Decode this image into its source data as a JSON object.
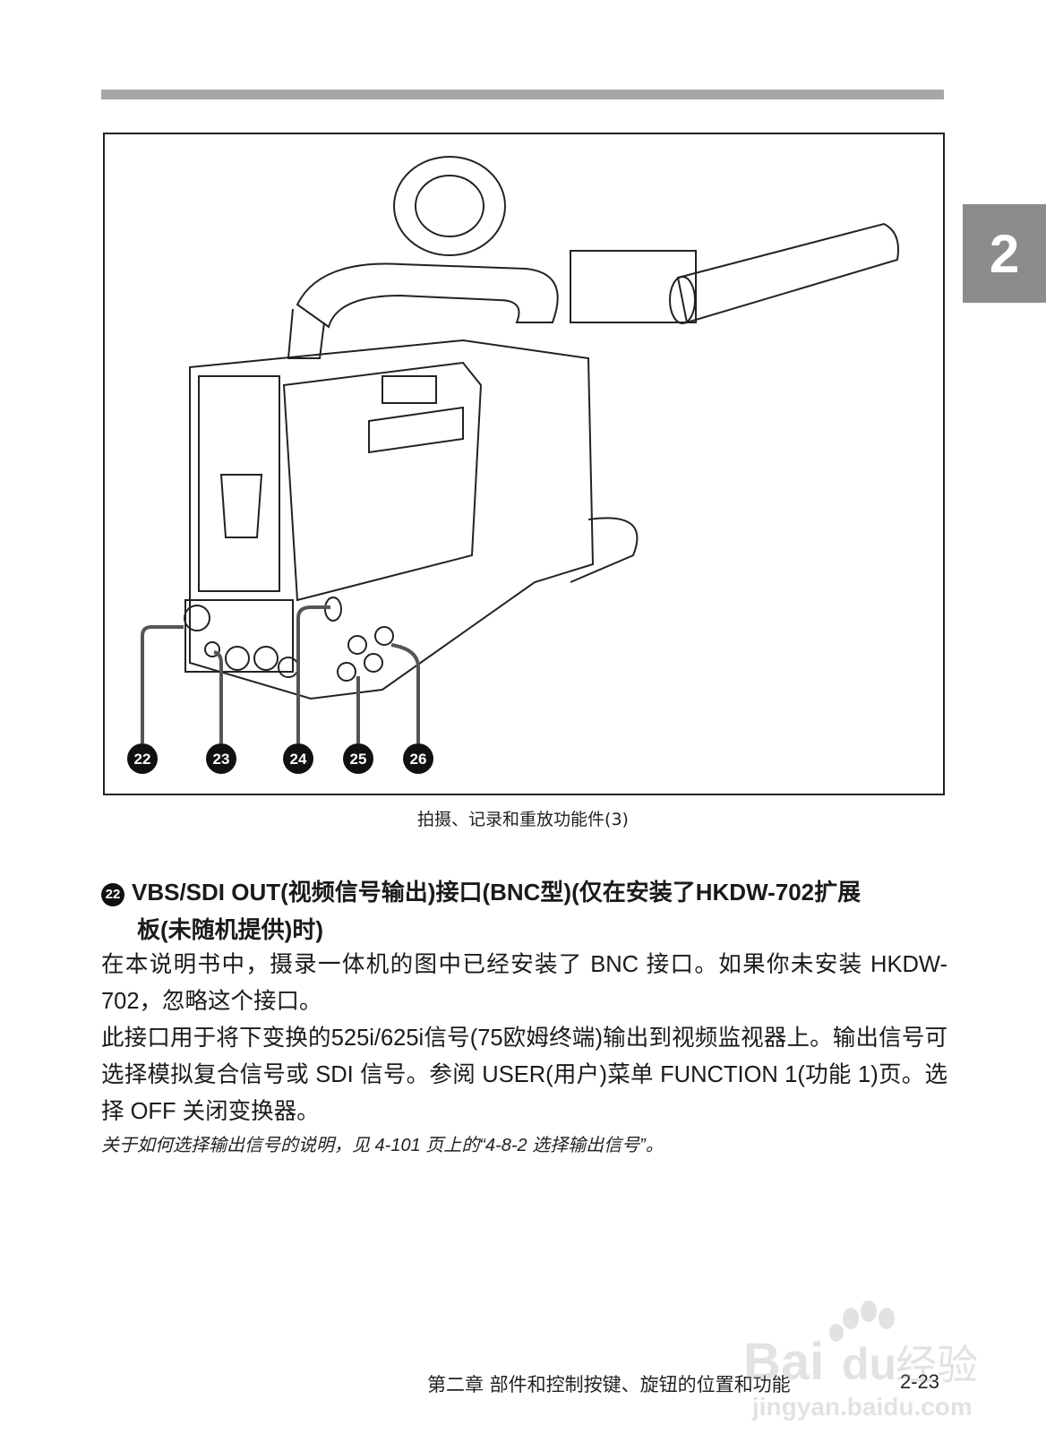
{
  "chapter_tab": "2",
  "figure": {
    "caption": "拍摄、记录和重放功能件(3)",
    "callouts": [
      "22",
      "23",
      "24",
      "25",
      "26"
    ]
  },
  "section": {
    "number": "22",
    "heading_line1": "VBS/SDI OUT(视频信号输出)接口(BNC型)(仅在安装了HKDW-702扩展",
    "heading_line2": "板(未随机提供)时)",
    "paragraph1": "在本说明书中，摄录一体机的图中已经安装了 BNC 接口。如果你未安装 HKDW-702，忽略这个接口。",
    "paragraph2": "此接口用于将下变换的525i/625i信号(75欧姆终端)输出到视频监视器上。输出信号可选择模拟复合信号或 SDI 信号。参阅 USER(用户)菜单 FUNCTION 1(功能 1)页。选择 OFF 关闭变换器。",
    "note": "关于如何选择输出信号的说明，见 4-101 页上的“4-8-2 选择输出信号”。"
  },
  "footer": {
    "chapter_title": "第二章  部件和控制按键、旋钮的位置和功能",
    "page_number": "2-23"
  },
  "watermark": "Baidu经验 jingyan.baidu.com"
}
